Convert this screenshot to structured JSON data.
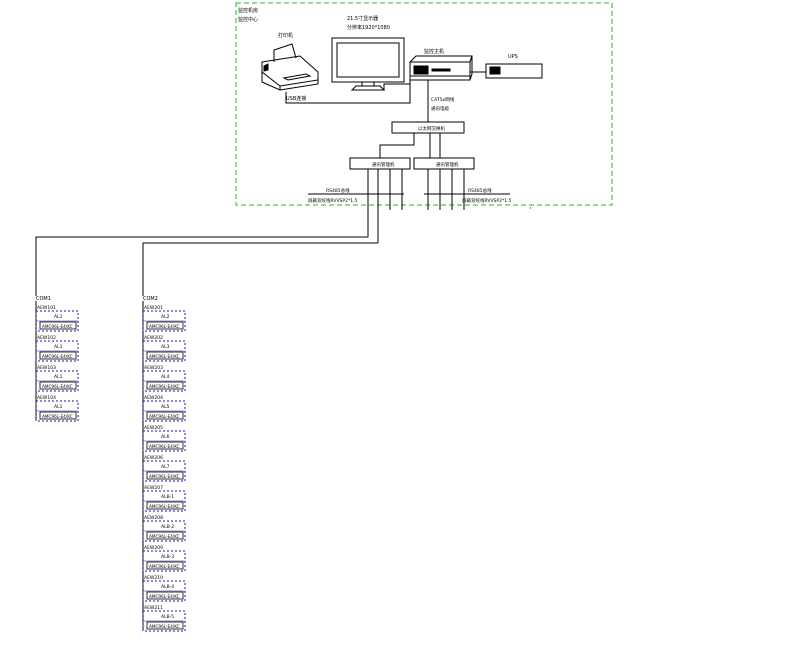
{
  "monitor_room": {
    "title": "监控机房",
    "subtitle": "监控中心",
    "printer_label": "打印机",
    "monitor_label": "21.5寸显示器",
    "monitor_resolution": "分辨率1920*1080",
    "host_label": "监控主机",
    "ups_label": "UPS",
    "usb_label": "USB连接",
    "cable_label": "CAT5e网线",
    "cable_label2": "通讯电缆",
    "switch_label": "以太网交换机",
    "gateway1_label": "通讯管理机",
    "gateway2_label": "通讯管理机",
    "bus1_label": "RS485总线",
    "bus2_label": "RS485总线",
    "bus1_cable": "屏蔽双绞线RVVSP2*1.5",
    "bus2_cable": "屏蔽双绞线RVVSP2*1.5"
  },
  "left_column": {
    "com_label": "COM1",
    "devices": [
      {
        "addr": "AEW101",
        "name": "AL1",
        "model": "AMC96L-E4/KC"
      },
      {
        "addr": "AEW102",
        "name": "AL1",
        "model": "AMC96L-E4/KC"
      },
      {
        "addr": "AEW103",
        "name": "AL1",
        "model": "AMC96L-E4/KC"
      },
      {
        "addr": "AEW104",
        "name": "AL1",
        "model": "AMC96L-E4/KC"
      }
    ]
  },
  "right_column": {
    "com_label": "COM2",
    "devices": [
      {
        "addr": "AEW201",
        "name": "AL2",
        "model": "AMC96L-E4/KC"
      },
      {
        "addr": "AEW202",
        "name": "AL3",
        "model": "AMC96L-E4/KC"
      },
      {
        "addr": "AEW203",
        "name": "AL4",
        "model": "AMC96L-E4/KC"
      },
      {
        "addr": "AEW204",
        "name": "AL5",
        "model": "AMC96L-E4/KC"
      },
      {
        "addr": "AEW205",
        "name": "AL6",
        "model": "AMC96L-E4/KC"
      },
      {
        "addr": "AEW206",
        "name": "AL7",
        "model": "AMC96L-E4/KC"
      },
      {
        "addr": "AEW207",
        "name": "ALB-1",
        "model": "AMC96L-E4/KC"
      },
      {
        "addr": "AEW208",
        "name": "ALB-2",
        "model": "AMC96L-E4/KC"
      },
      {
        "addr": "AEW209",
        "name": "ALB-3",
        "model": "AMC96L-E4/KC"
      },
      {
        "addr": "AEW210",
        "name": "ALB-4",
        "model": "AMC96L-E4/KC"
      },
      {
        "addr": "AEW211",
        "name": "ALB-5",
        "model": "AMC96L-E4/KC"
      }
    ]
  },
  "colors": {
    "frame": "#22bb22",
    "device_frame": "#1a1aa0",
    "line": "#000000"
  }
}
